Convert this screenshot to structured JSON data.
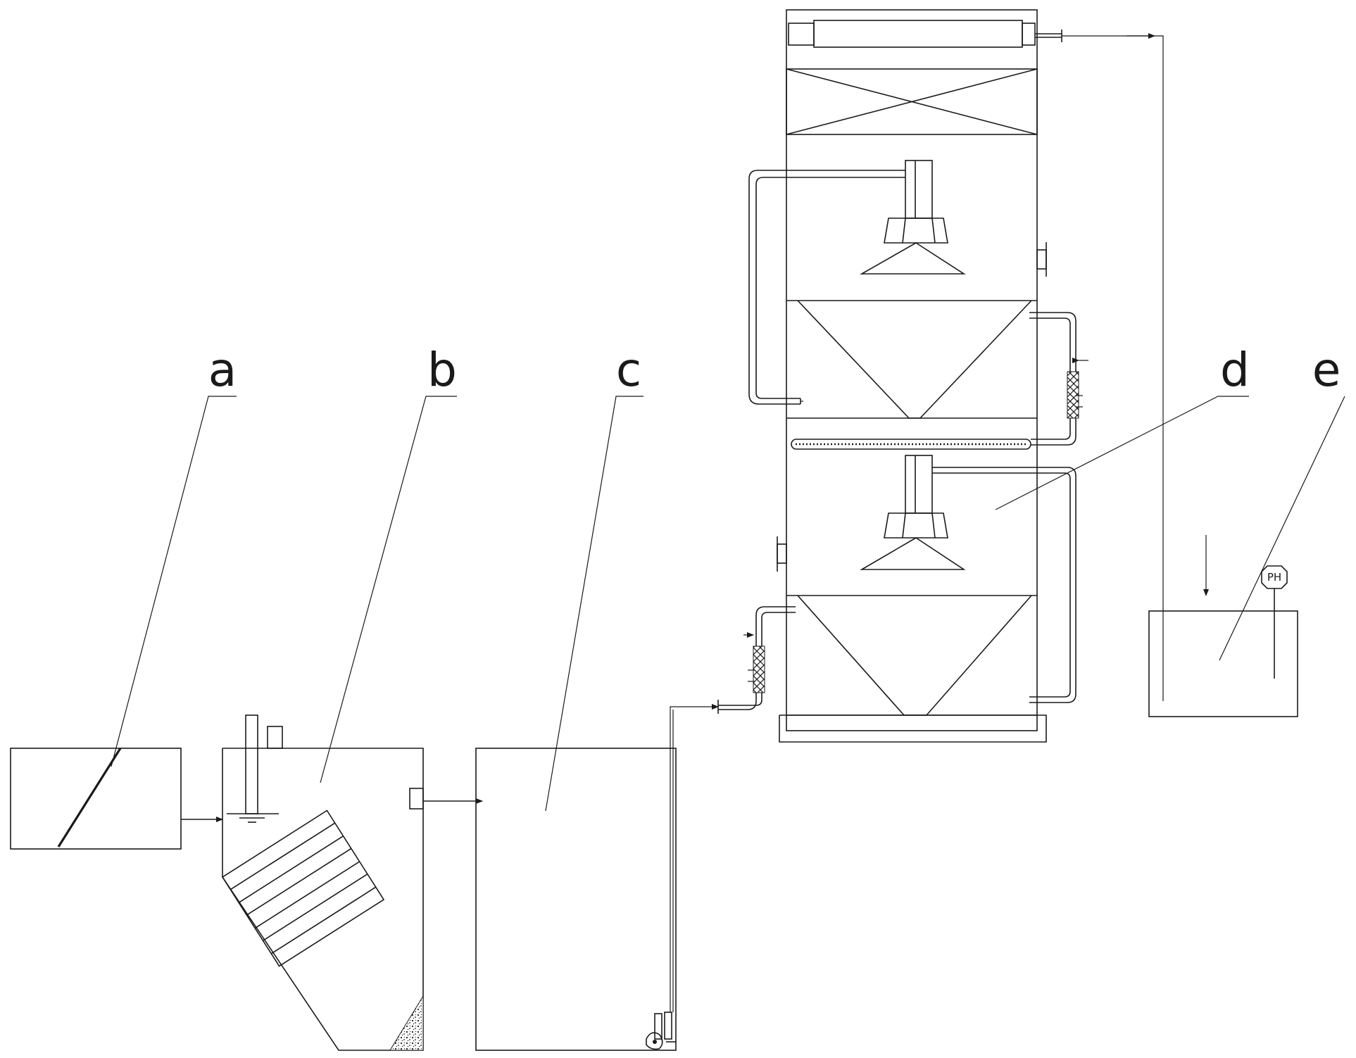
{
  "labels": {
    "a": "a",
    "b": "b",
    "c": "c",
    "d": "d",
    "e": "e"
  },
  "ph_label": "PH",
  "line_color": "#1a1a1a"
}
